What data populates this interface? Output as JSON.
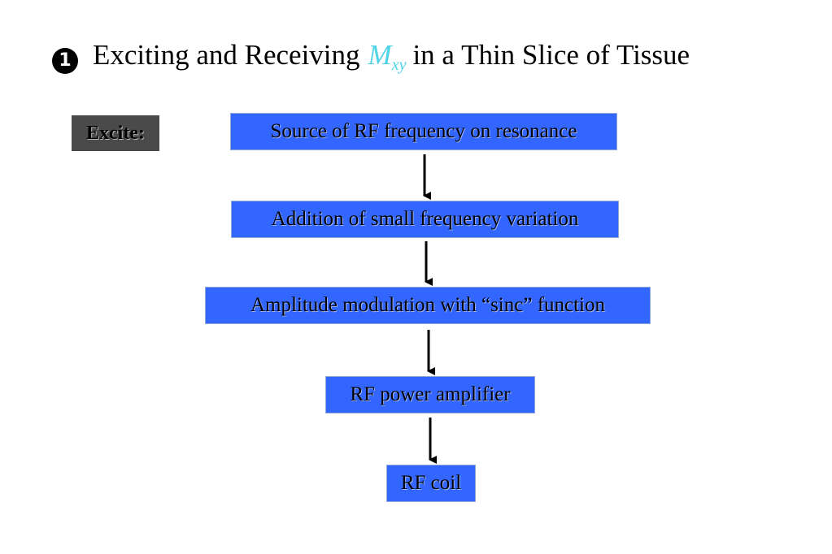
{
  "title": {
    "bullet": "1",
    "before": "Exciting and Receiving",
    "var_main": "M",
    "var_sub": "xy",
    "after": "in a Thin Slice of Tissue"
  },
  "excite_label": "Excite:",
  "flow": [
    "Source of RF frequency on resonance",
    "Addition of small frequency variation",
    "Amplitude modulation with “sinc” function",
    "RF power amplifier",
    "RF coil"
  ],
  "colors": {
    "box_fill": "#3366ff",
    "label_fill": "#4a4a4a",
    "variable_text": "#4fd3e6",
    "arrow": "#000000"
  }
}
